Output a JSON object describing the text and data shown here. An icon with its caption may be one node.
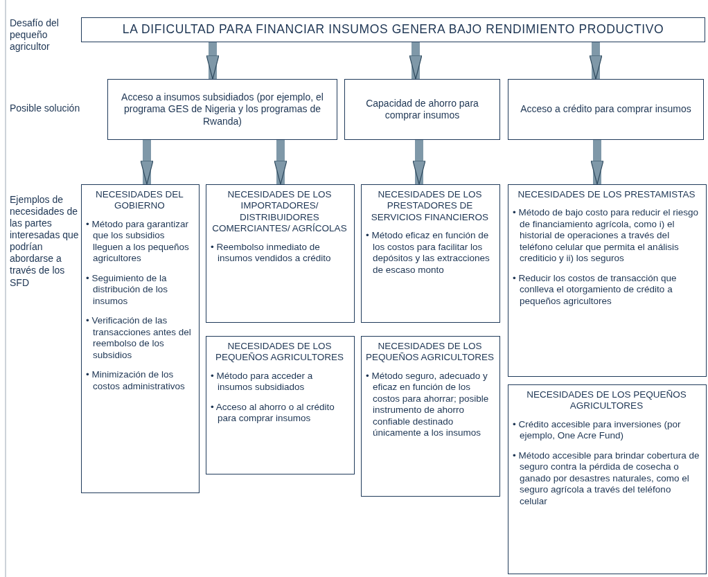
{
  "diagram": {
    "nodes": [
      {
        "text": [
          "LA DIFICULTAD PARA FINANCIAR INSUMOS GENERA BAJO RENDIMIENTO PRODUCTIVO"
        ]
      },
      {
        "text": [
          "Acceso a insumos subsidiados (por ejemplo, el programa GES de Nigeria y los programas de Rwanda)"
        ]
      },
      {
        "text": [
          "Capacidad de ahorro para comprar insumos"
        ]
      },
      {
        "text": [
          "Acceso a crédito para comprar insumos"
        ]
      },
      {
        "text": [
          "NECESIDADES DEL GOBIERNO",
          "• Método para garantizar que los subsidios lleguen a los pequeños agricultores",
          "• Seguimiento de la distribución de los insumos",
          "• Verificación de las transacciones antes del reembolso de los subsidios",
          "• Minimización de los costos administrativos"
        ]
      },
      {
        "text": [
          "NECESIDADES DE LOS IMPORTADORES/ DISTRIBUIDORES COMERCIANTES/ AGRÍCOLAS",
          "• Reembolso inmediato de insumos vendidos a crédito"
        ]
      },
      {
        "text": [
          "NECESIDADES DE LOS PRESTADORES DE SERVICIOS FINANCIEROS",
          "• Método eficaz en función de los costos para facilitar los depósitos y las extracciones de escaso monto"
        ]
      },
      {
        "text": [
          "NECESIDADES DE LOS PRESTAMISTAS",
          "• Método de bajo costo para reducir el riesgo de financiamiento agrícola, como i) el historial de operaciones a través del teléfono celular que permita el análisis crediticio y ii) los seguros",
          "• Reducir los costos de transacción que conlleva el otorgamiento de crédito a pequeños agricultores"
        ]
      },
      {
        "text": [
          "NECESIDADES DE LOS PEQUEÑOS AGRICULTORES",
          "• Método para acceder a insumos subsidiados",
          "• Acceso al ahorro o al crédito para comprar insumos"
        ]
      },
      {
        "text": [
          "NECESIDADES DE LOS PEQUEÑOS AGRICULTORES",
          "• Método seguro, adecuado y eficaz en función de los costos para ahorrar; posible instrumento de ahorro confiable destinado únicamente a los insumos"
        ]
      },
      {
        "text": [
          "NECESIDADES DE LOS PEQUEÑOS AGRICULTORES",
          "• Crédito accesible para inversiones (por ejemplo, One Acre Fund)",
          "• Método accesible para brindar cobertura de seguro contra la pérdida de cosecha o ganado por desastres naturales, como el seguro agrícola a través del teléfono celular"
        ]
      }
    ],
    "edges": [
      {
        "from": 0,
        "to": 1,
        "arrow": "to"
      },
      {
        "from": 0,
        "to": 2,
        "arrow": "to"
      },
      {
        "from": 0,
        "to": 3,
        "arrow": "to"
      },
      {
        "from": 1,
        "to": 4,
        "arrow": "to"
      },
      {
        "from": 1,
        "to": 5,
        "arrow": "to"
      },
      {
        "from": 2,
        "to": 6,
        "arrow": "to"
      },
      {
        "from": 3,
        "to": 7,
        "arrow": "to"
      }
    ],
    "labels": [
      "Desafío del pequeño agricultor",
      "Posible solución",
      "Ejemplos de necesidades de las partes interesadas que podrían abordarse a través de los SFD"
    ]
  }
}
